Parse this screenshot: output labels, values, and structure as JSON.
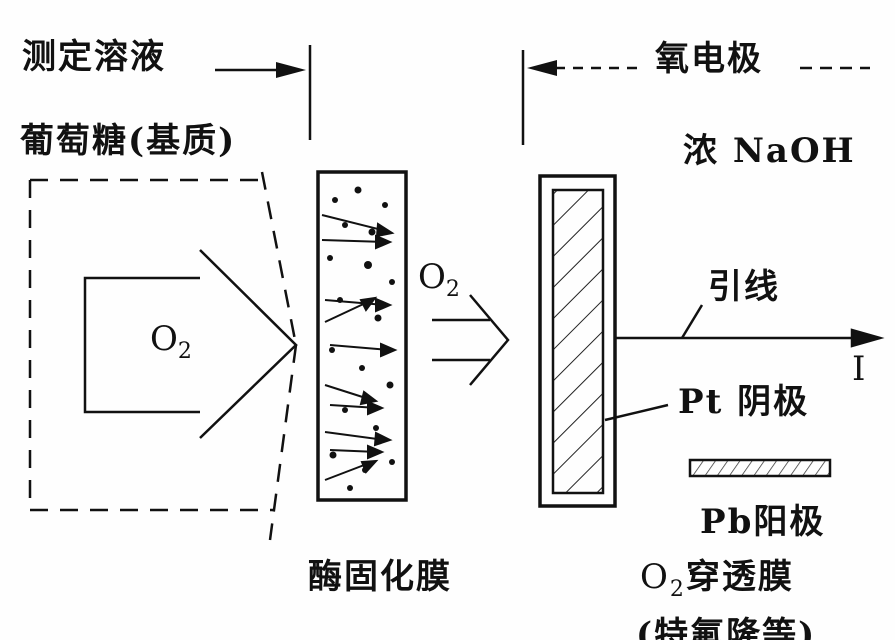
{
  "labels": {
    "test_solution": "测定溶液",
    "glucose_substrate": "葡萄糖(基质)",
    "oxygen_electrode": "氧电极",
    "conc_naoh": "浓 NaOH",
    "o2_left": "O",
    "o2_left_sub": "2",
    "o2_middle": "O",
    "o2_middle_sub": "2",
    "lead_wire": "引线",
    "current": "I",
    "pt_cathode": "Pt 阴极",
    "pb_anode": "Pb阳极",
    "enzyme_membrane": "酶固化膜",
    "o2_membrane_o": "O",
    "o2_membrane_sub": "2",
    "o2_membrane_rest": "穿透膜",
    "bottom_partial": "(特氟隆等)"
  },
  "colors": {
    "ink": "#111111",
    "paper": "#fefefe"
  }
}
